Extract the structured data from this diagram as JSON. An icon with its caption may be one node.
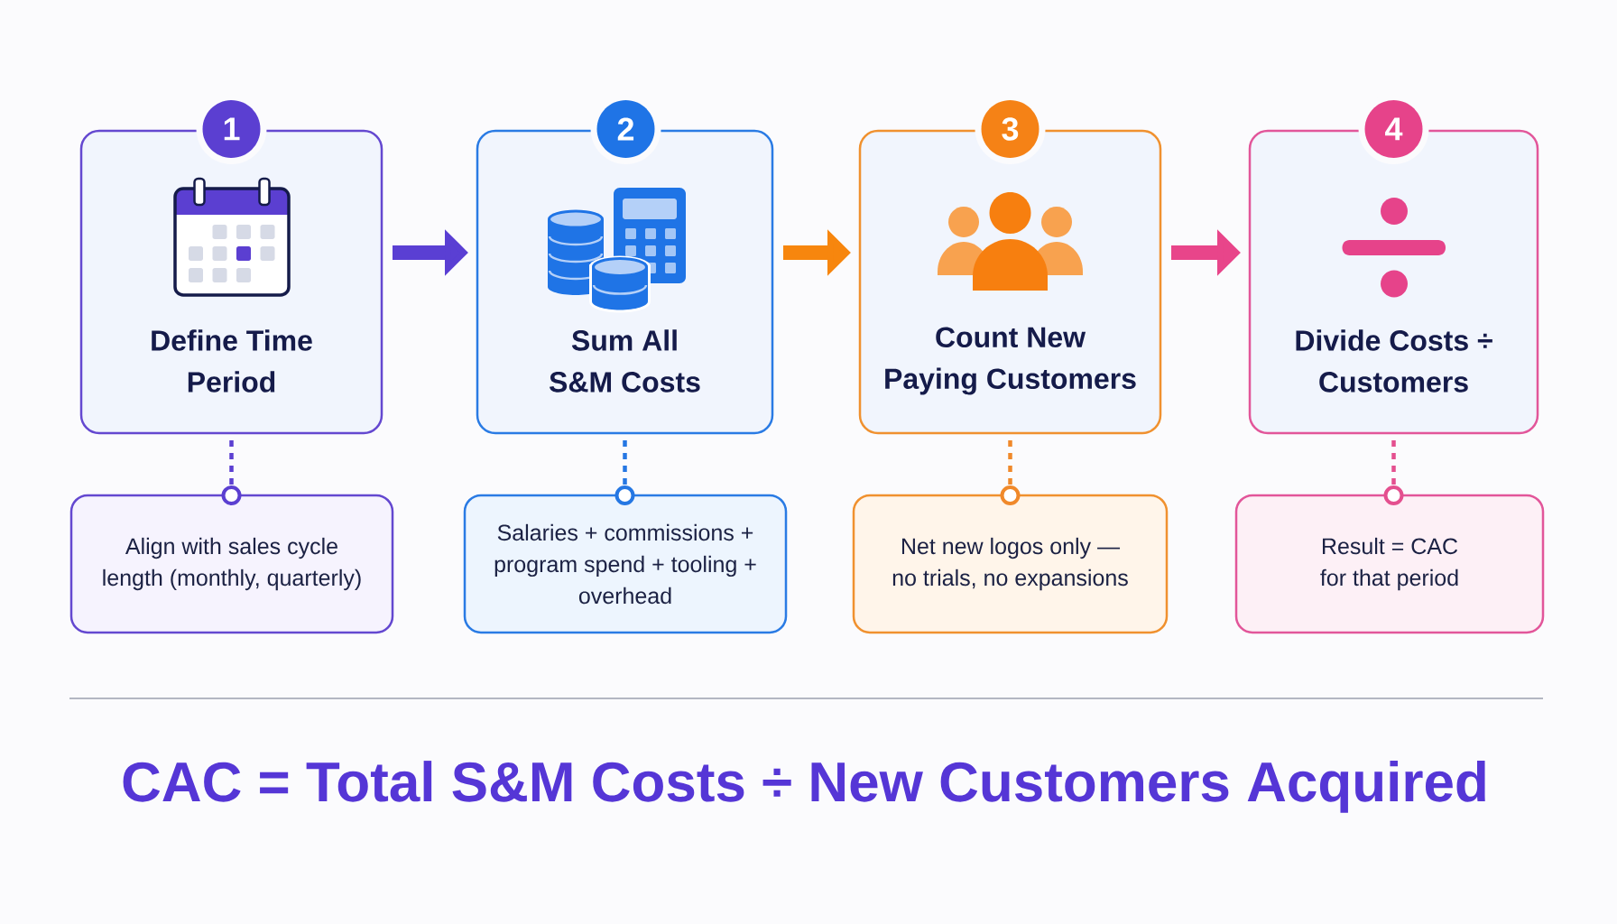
{
  "diagram": {
    "nodes": [
      {
        "text": [
          "1"
        ]
      },
      {
        "text": [
          "2"
        ]
      },
      {
        "text": [
          "3"
        ]
      },
      {
        "text": [
          "4"
        ]
      },
      {
        "text": [
          "Define Time Period"
        ]
      },
      {
        "text": [
          "Sum All S&M Costs"
        ]
      },
      {
        "text": [
          "Count New Paying Customers"
        ]
      },
      {
        "text": [
          "Divide Costs ÷ Customers"
        ]
      },
      {
        "text": [
          "Align with sales cycle length (monthly, quarterly)"
        ]
      },
      {
        "text": [
          "Salaries + commissions + program spend + tooling + overhead"
        ]
      },
      {
        "text": [
          "Net new logos only — no trials, no expansions"
        ]
      },
      {
        "text": [
          "Result = CAC for that period"
        ]
      }
    ],
    "edges": [
      {
        "from": 4,
        "to": 5,
        "arrow": "to",
        "style": "thick",
        "color": "#5a3fd3"
      },
      {
        "from": 5,
        "to": 6,
        "arrow": "to",
        "style": "thick",
        "color": "#f7860e"
      },
      {
        "from": 6,
        "to": 7,
        "arrow": "to",
        "style": "thick",
        "color": "#e8458a"
      },
      {
        "from": 4,
        "to": 8,
        "arrow": "other",
        "style": "dashed",
        "color": "#5b3fd1"
      },
      {
        "from": 5,
        "to": 9,
        "arrow": "other",
        "style": "dashed",
        "color": "#2577e3"
      },
      {
        "from": 6,
        "to": 10,
        "arrow": "other",
        "style": "dashed",
        "color": "#f0892a"
      },
      {
        "from": 7,
        "to": 11,
        "arrow": "other",
        "style": "dashed",
        "color": "#e4508f"
      }
    ],
    "labels": [
      "CAC = Total S&M Costs ÷ New Customers Acquired"
    ]
  }
}
